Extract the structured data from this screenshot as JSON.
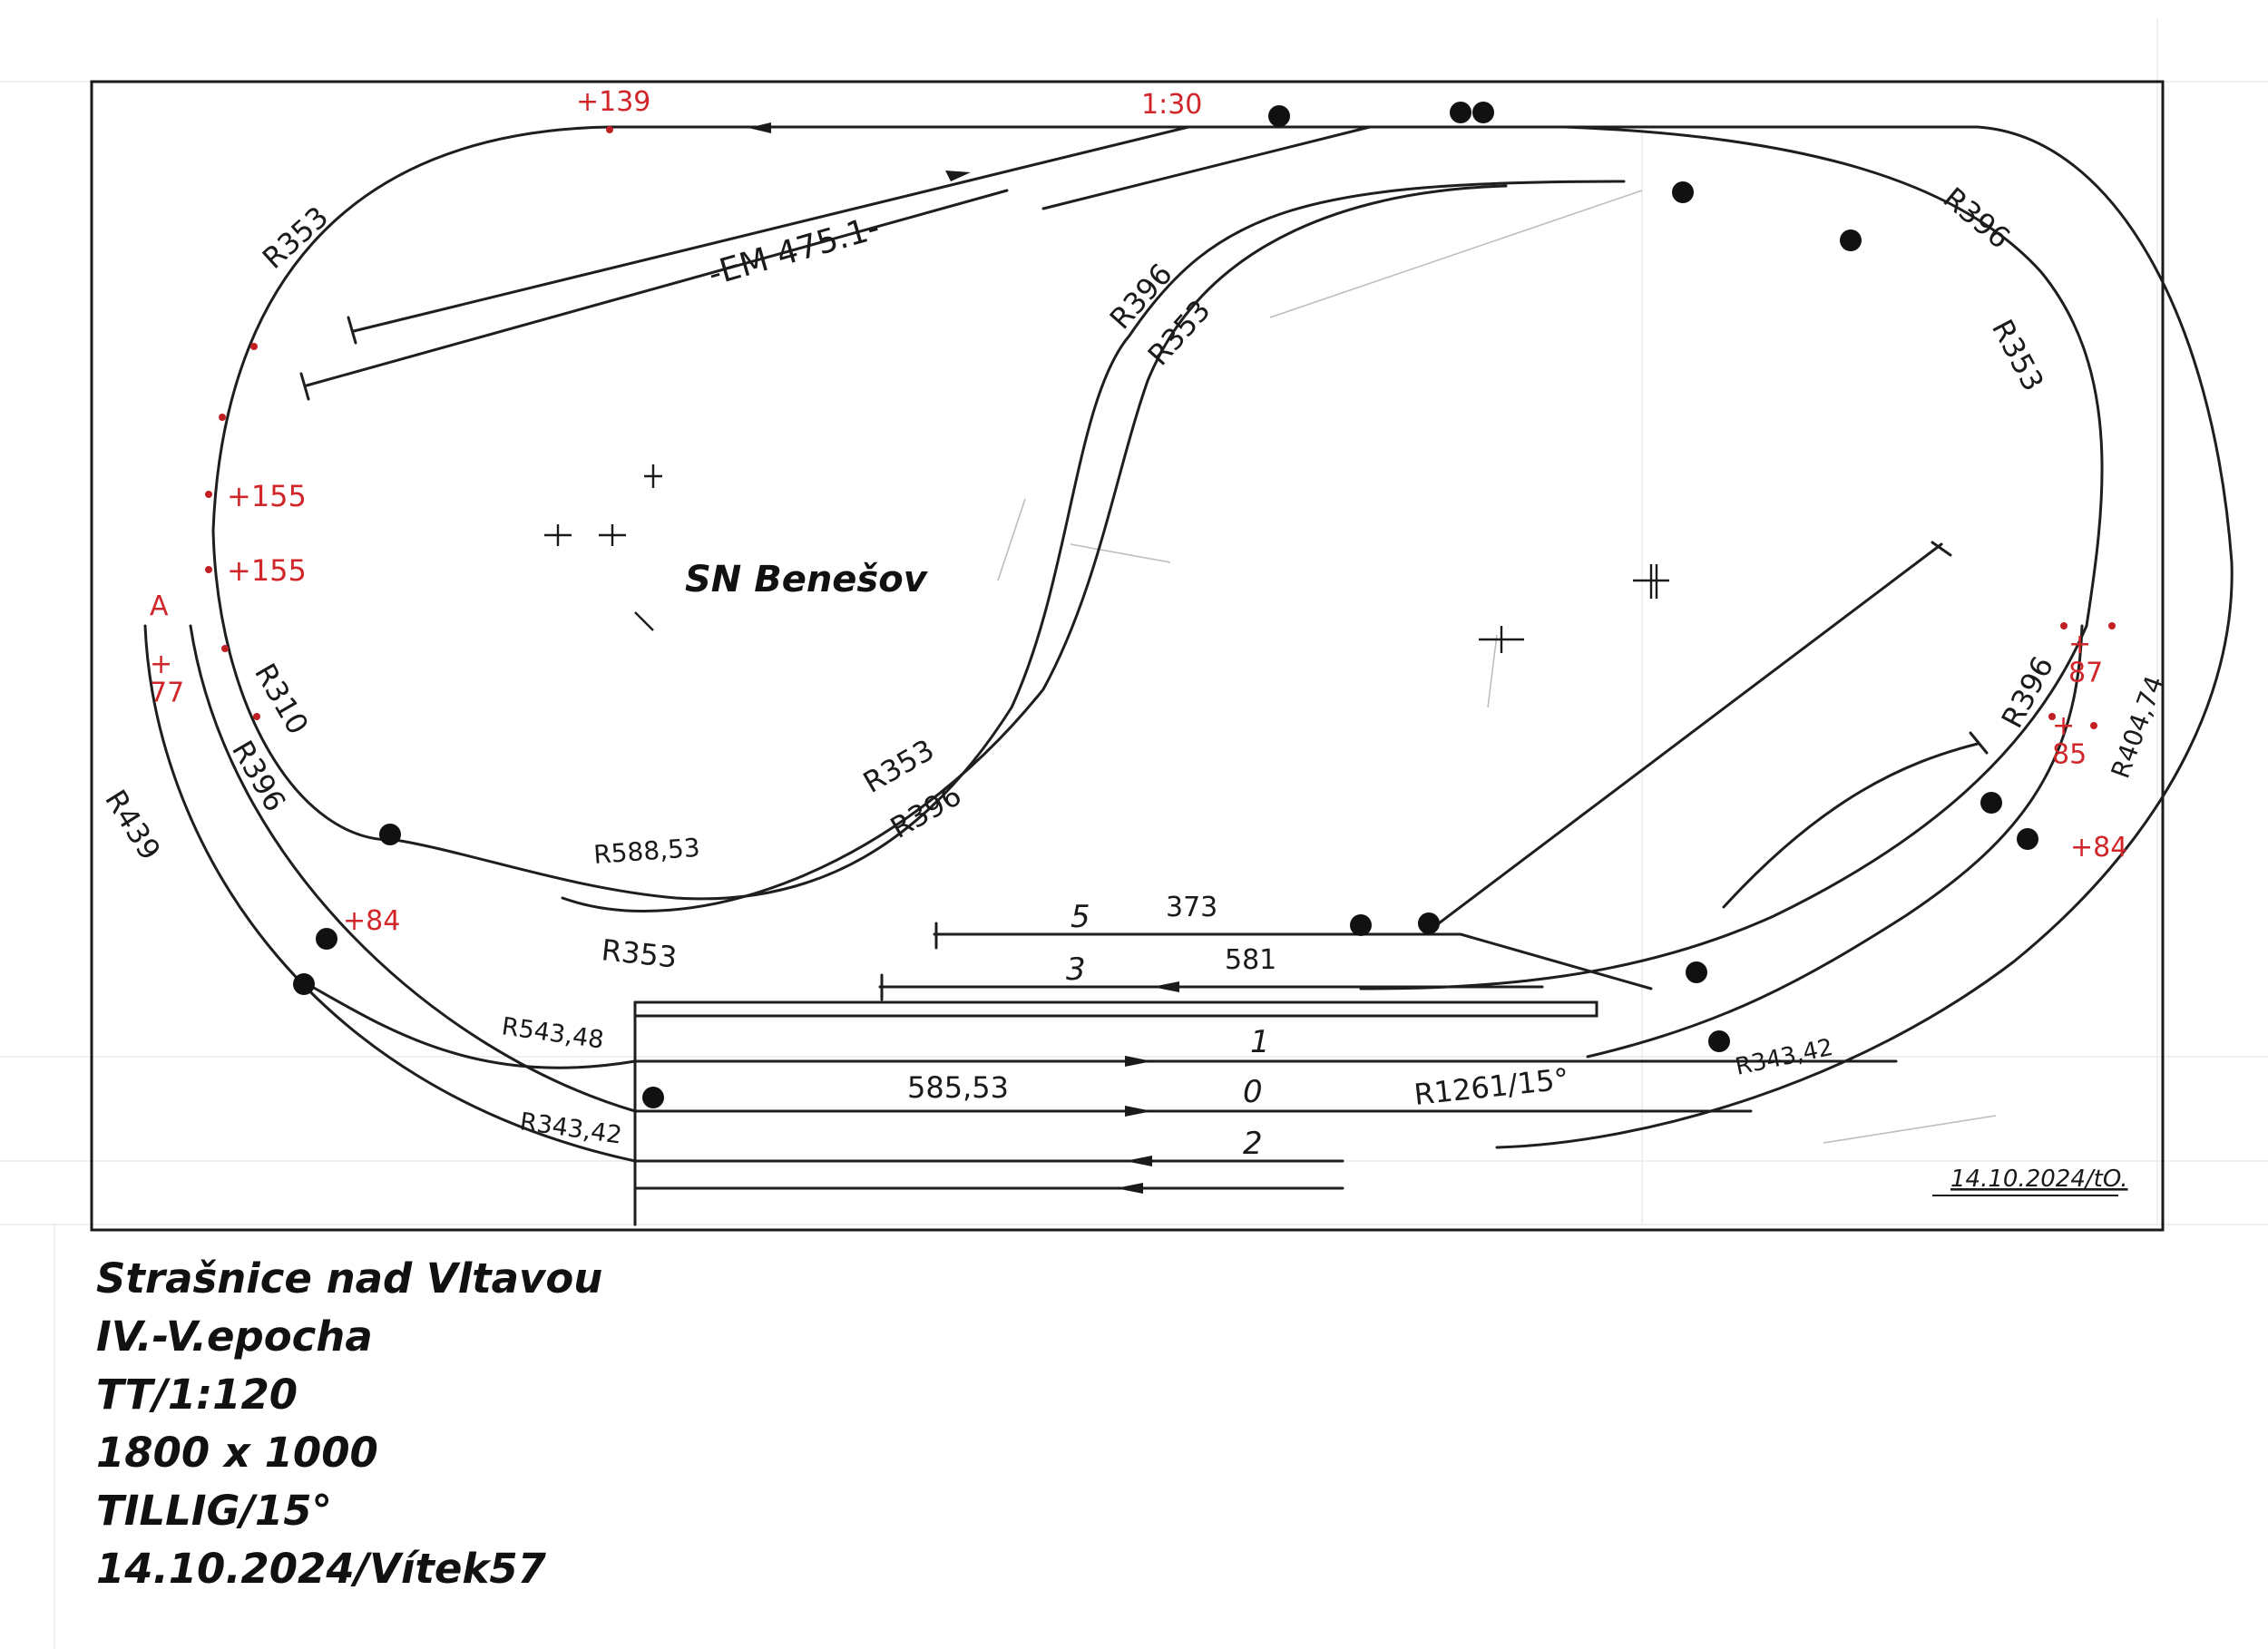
{
  "station_name": "SN Benešov",
  "scale_mark": "1:30",
  "ruler_label": "-EM 475.1-",
  "heights": {
    "h139": "+139",
    "h155a": "+155",
    "h155b": "+155",
    "point_a": "A",
    "h77": "+\n77",
    "h84_left": "+84",
    "h87": "+\n87",
    "h85": "+\n85",
    "h84_right": "+84"
  },
  "radius_labels": {
    "r353_top_left": "R353",
    "r396_middle": "R396",
    "r353_middle": "R353",
    "r396_top_right": "R396",
    "r353_right": "R353",
    "r310": "R310",
    "r396_left": "R396",
    "r439": "R439",
    "r588": "R588,53",
    "r353_bottom": "R353",
    "r353_lower": "R353",
    "r396_lower": "R396",
    "r396_right_lower": "R396",
    "r404": "R404,74",
    "r543": "R543,48",
    "r343_left": "R343,42",
    "r1261": "R1261/15°",
    "r343_right": "R343,42"
  },
  "tracks": [
    {
      "number": "5",
      "length": "373"
    },
    {
      "number": "3",
      "length": "581"
    },
    {
      "number": "1",
      "length": ""
    },
    {
      "number": "0",
      "length": "585,53"
    },
    {
      "number": "2",
      "length": ""
    }
  ],
  "drawing_signature": "14.10.2024/tO.",
  "legend": [
    "Strašnice nad Vltavou",
    "IV.-V.epocha",
    "TT/1:120",
    "1800 x 1000",
    "TILLIG/15°",
    "14.10.2024/Vítek57"
  ]
}
